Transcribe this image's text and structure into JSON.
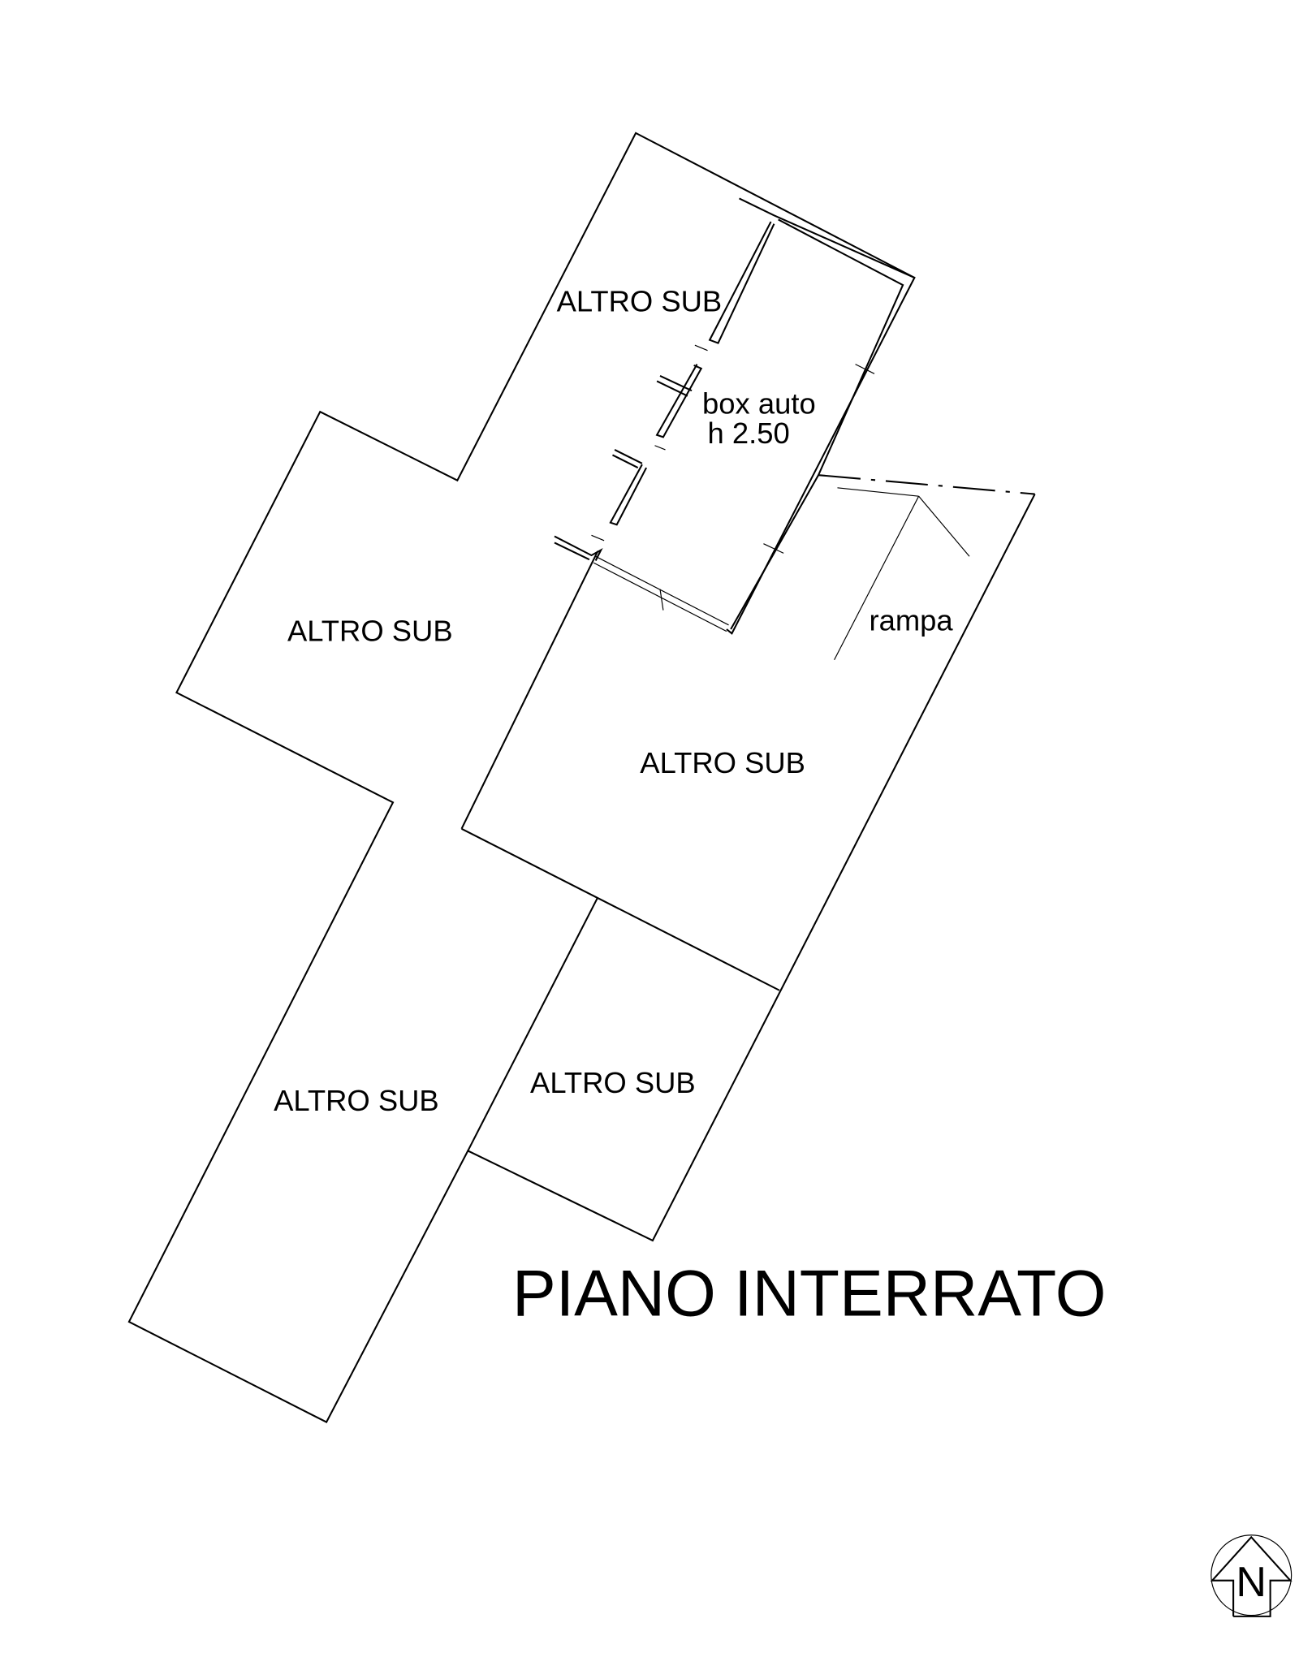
{
  "plan": {
    "title": "PIANO INTERRATO",
    "rooms": [
      {
        "label": "ALTRO SUB"
      },
      {
        "label": "ALTRO SUB"
      },
      {
        "label": "ALTRO SUB"
      },
      {
        "label": "ALTRO SUB"
      },
      {
        "label": "ALTRO SUB"
      }
    ],
    "box": {
      "label": "box auto",
      "height": "h 2.50"
    },
    "ramp": {
      "label": "rampa"
    },
    "north": {
      "letter": "N",
      "icon": "north-arrow-icon"
    }
  }
}
